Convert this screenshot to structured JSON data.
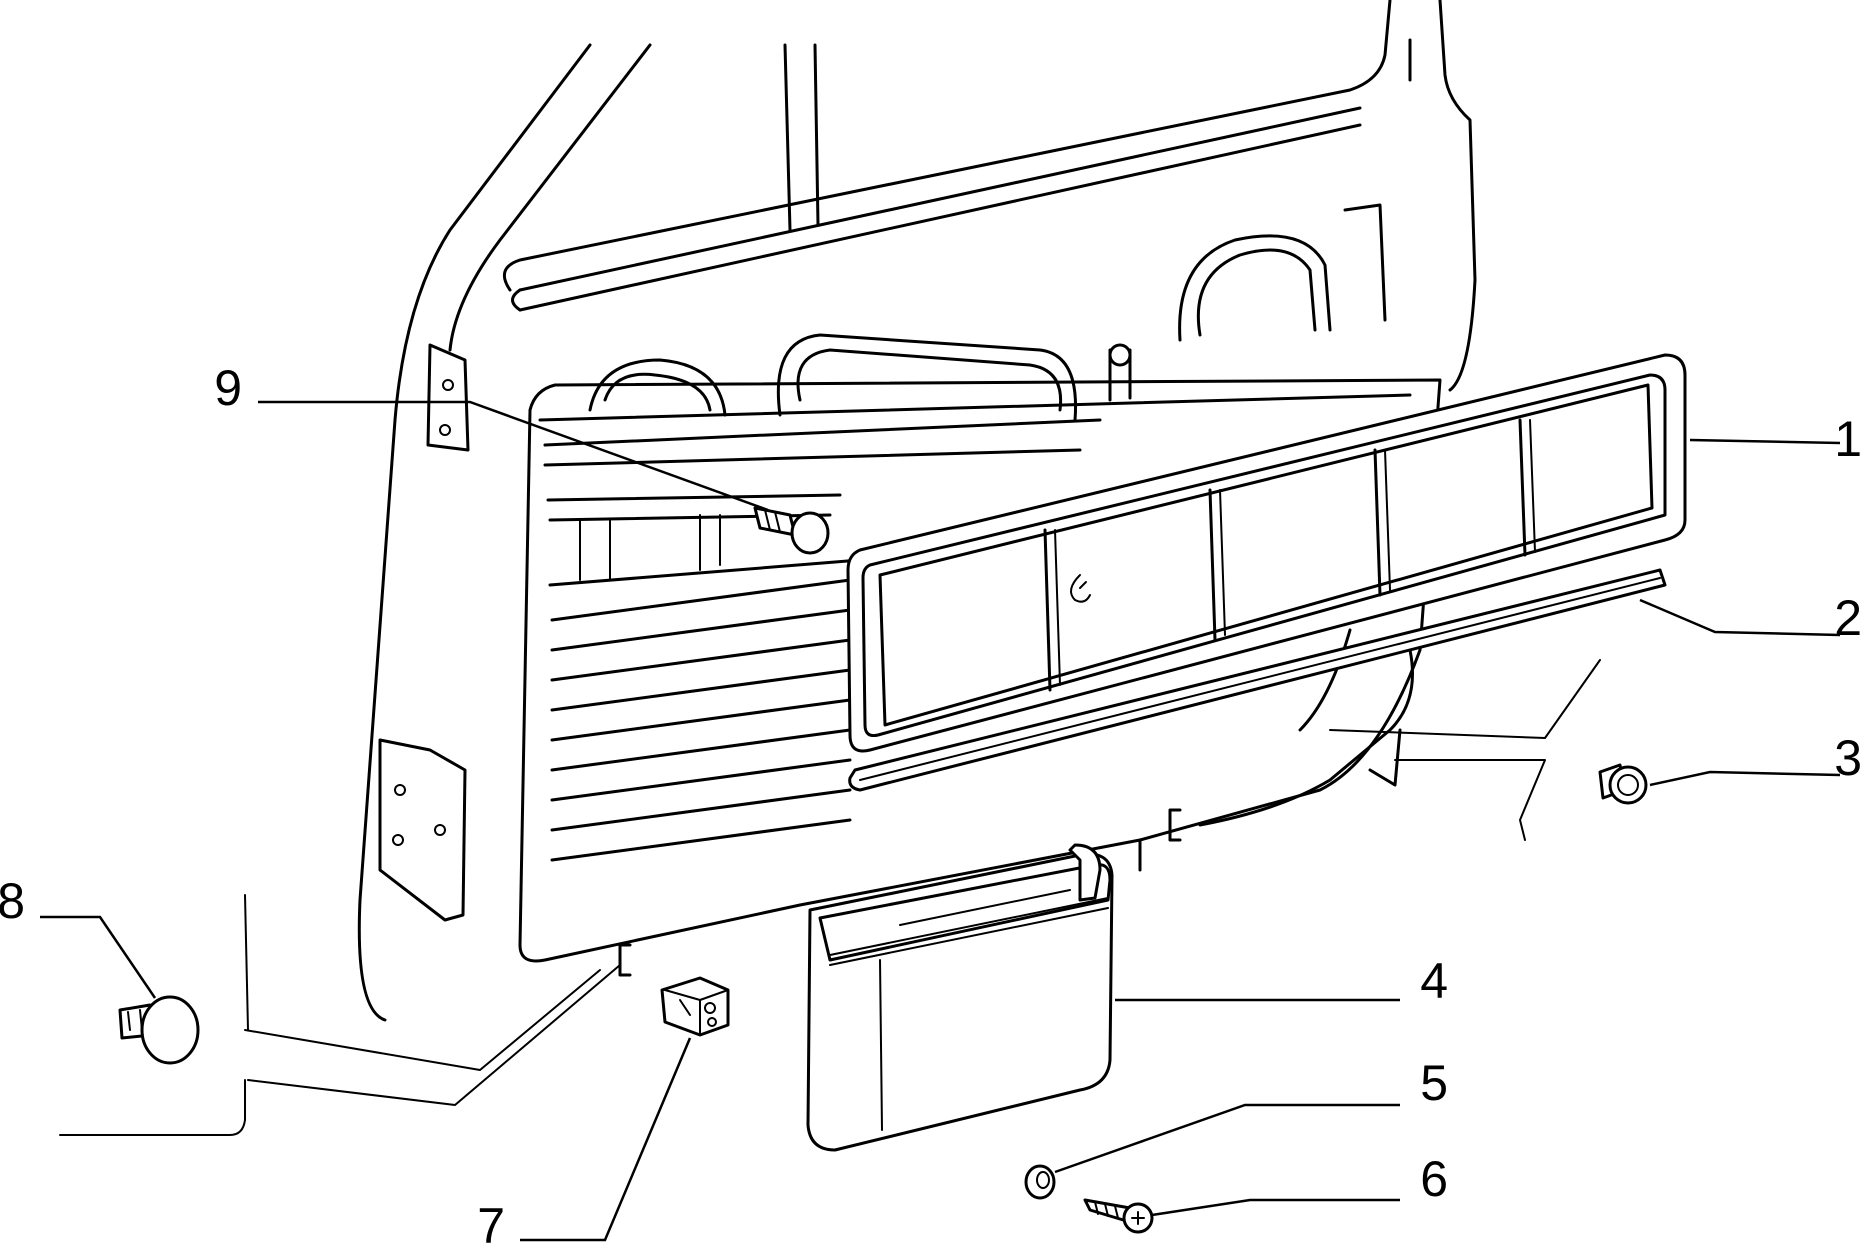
{
  "callouts": [
    {
      "number": "1",
      "part": "door-panel"
    },
    {
      "number": "2",
      "part": "trim-strip"
    },
    {
      "number": "3",
      "part": "clip"
    },
    {
      "number": "4",
      "part": "door-pocket"
    },
    {
      "number": "5",
      "part": "washer"
    },
    {
      "number": "6",
      "part": "screw"
    },
    {
      "number": "7",
      "part": "fastener-clip"
    },
    {
      "number": "8",
      "part": "button-plug"
    },
    {
      "number": "9",
      "part": "push-clip"
    }
  ]
}
